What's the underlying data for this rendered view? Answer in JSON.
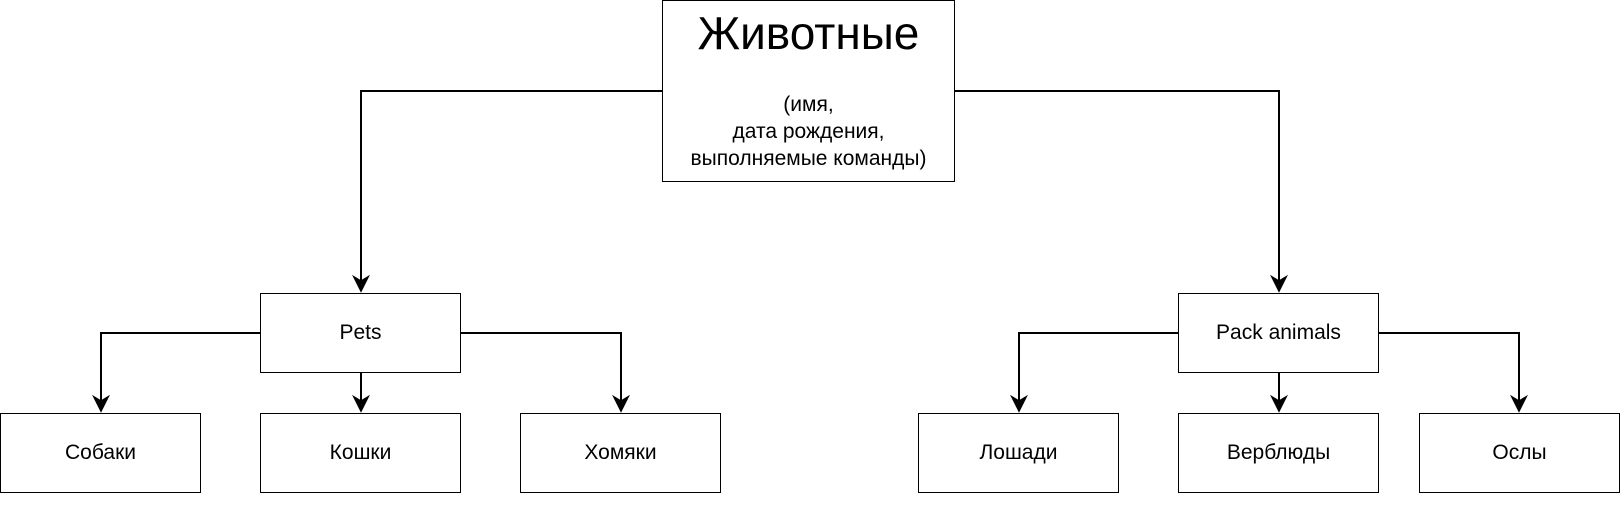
{
  "root": {
    "title": "Животные",
    "attributes": "(имя,\nдата рождения,\nвыполняемые команды)"
  },
  "groups": {
    "pets": {
      "label": "Pets"
    },
    "pack": {
      "label": "Pack animals"
    }
  },
  "leaves": {
    "dogs": "Собаки",
    "cats": "Кошки",
    "hamsters": "Хомяки",
    "horses": "Лошади",
    "camels": "Верблюды",
    "donkeys": "Ослы"
  }
}
